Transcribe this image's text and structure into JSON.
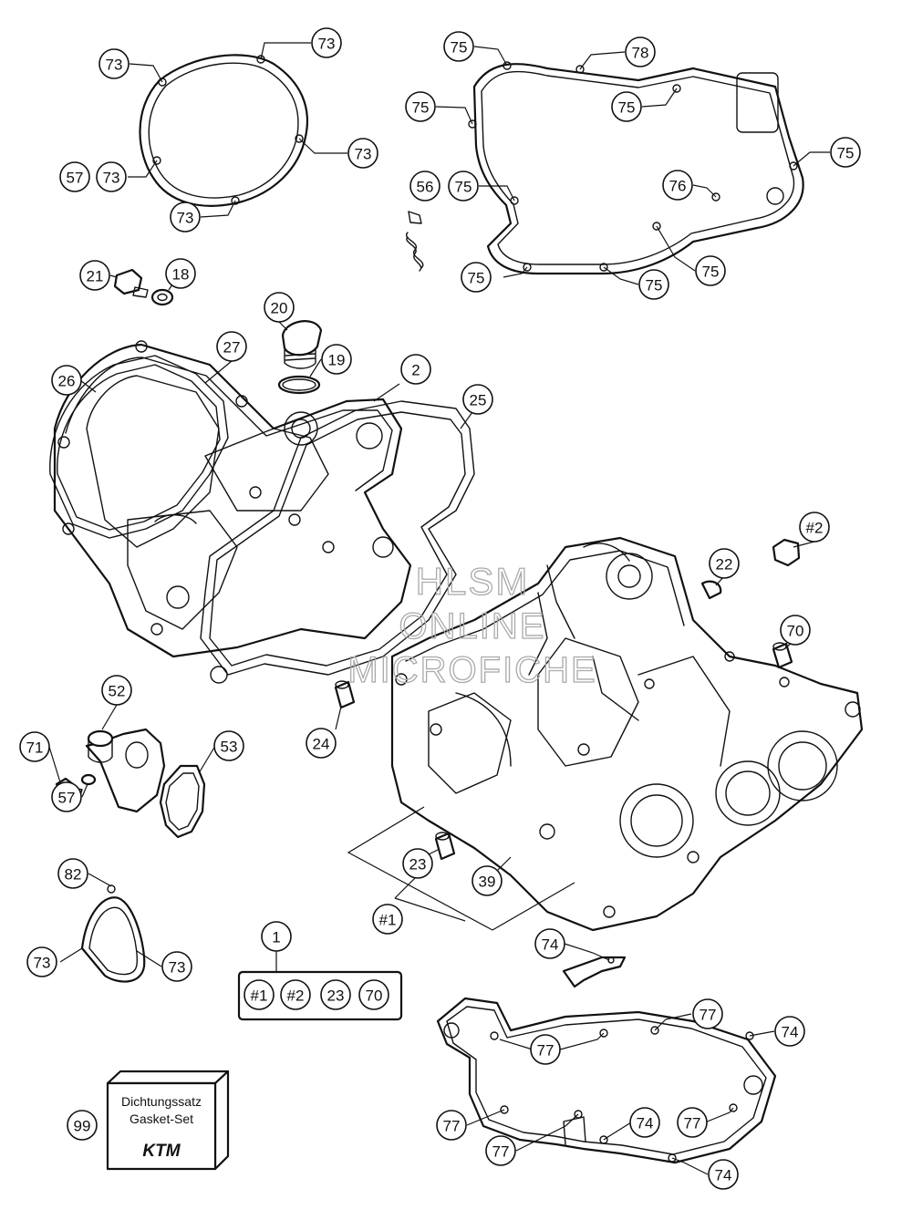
{
  "watermark": [
    "HLSM",
    "ONLINE",
    "MICROFICHE"
  ],
  "gasket_box": {
    "line1": "Dichtungssatz",
    "line2": "Gasket-Set",
    "brand": "KTM"
  },
  "kit_callouts": [
    "#1",
    "#2",
    "23",
    "70"
  ],
  "callouts": [
    {
      "id": "c73a",
      "label": "73"
    },
    {
      "id": "c73b",
      "label": "73"
    },
    {
      "id": "c73c",
      "label": "73"
    },
    {
      "id": "c57a",
      "label": "57"
    },
    {
      "id": "c73d",
      "label": "73"
    },
    {
      "id": "c73e",
      "label": "73"
    },
    {
      "id": "c75a",
      "label": "75"
    },
    {
      "id": "c78",
      "label": "78"
    },
    {
      "id": "c75b",
      "label": "75"
    },
    {
      "id": "c75c",
      "label": "75"
    },
    {
      "id": "c75d",
      "label": "75"
    },
    {
      "id": "c56",
      "label": "56"
    },
    {
      "id": "c75e",
      "label": "75"
    },
    {
      "id": "c76",
      "label": "76"
    },
    {
      "id": "c75f",
      "label": "75"
    },
    {
      "id": "c75g",
      "label": "75"
    },
    {
      "id": "c75h",
      "label": "75"
    },
    {
      "id": "c21",
      "label": "21"
    },
    {
      "id": "c18",
      "label": "18"
    },
    {
      "id": "c20",
      "label": "20"
    },
    {
      "id": "c19",
      "label": "19"
    },
    {
      "id": "c27",
      "label": "27"
    },
    {
      "id": "c26",
      "label": "26"
    },
    {
      "id": "c2",
      "label": "2"
    },
    {
      "id": "c25",
      "label": "25"
    },
    {
      "id": "cH2",
      "label": "#2"
    },
    {
      "id": "c22",
      "label": "22"
    },
    {
      "id": "c70",
      "label": "70"
    },
    {
      "id": "c52",
      "label": "52"
    },
    {
      "id": "c71",
      "label": "71"
    },
    {
      "id": "c53",
      "label": "53"
    },
    {
      "id": "c57b",
      "label": "57"
    },
    {
      "id": "c24",
      "label": "24"
    },
    {
      "id": "c23",
      "label": "23"
    },
    {
      "id": "c39",
      "label": "39"
    },
    {
      "id": "cH1",
      "label": "#1"
    },
    {
      "id": "c82",
      "label": "82"
    },
    {
      "id": "c73f",
      "label": "73"
    },
    {
      "id": "c73g",
      "label": "73"
    },
    {
      "id": "c1",
      "label": "1"
    },
    {
      "id": "c74a",
      "label": "74"
    },
    {
      "id": "c77a",
      "label": "77"
    },
    {
      "id": "c74b",
      "label": "74"
    },
    {
      "id": "c77b",
      "label": "77"
    },
    {
      "id": "c99",
      "label": "99"
    },
    {
      "id": "c77c",
      "label": "77"
    },
    {
      "id": "c74c",
      "label": "74"
    },
    {
      "id": "c77d",
      "label": "77"
    },
    {
      "id": "c77e",
      "label": "77"
    },
    {
      "id": "c74d",
      "label": "74"
    }
  ]
}
